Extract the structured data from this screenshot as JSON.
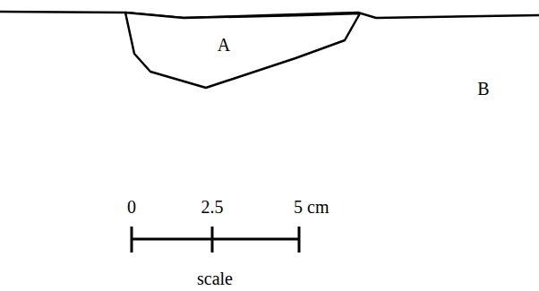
{
  "diagram": {
    "nodes": [
      {
        "text": [
          "A"
        ]
      }
    ],
    "labels": [
      "B",
      "0",
      "2.5",
      "5 cm",
      "scale"
    ]
  }
}
